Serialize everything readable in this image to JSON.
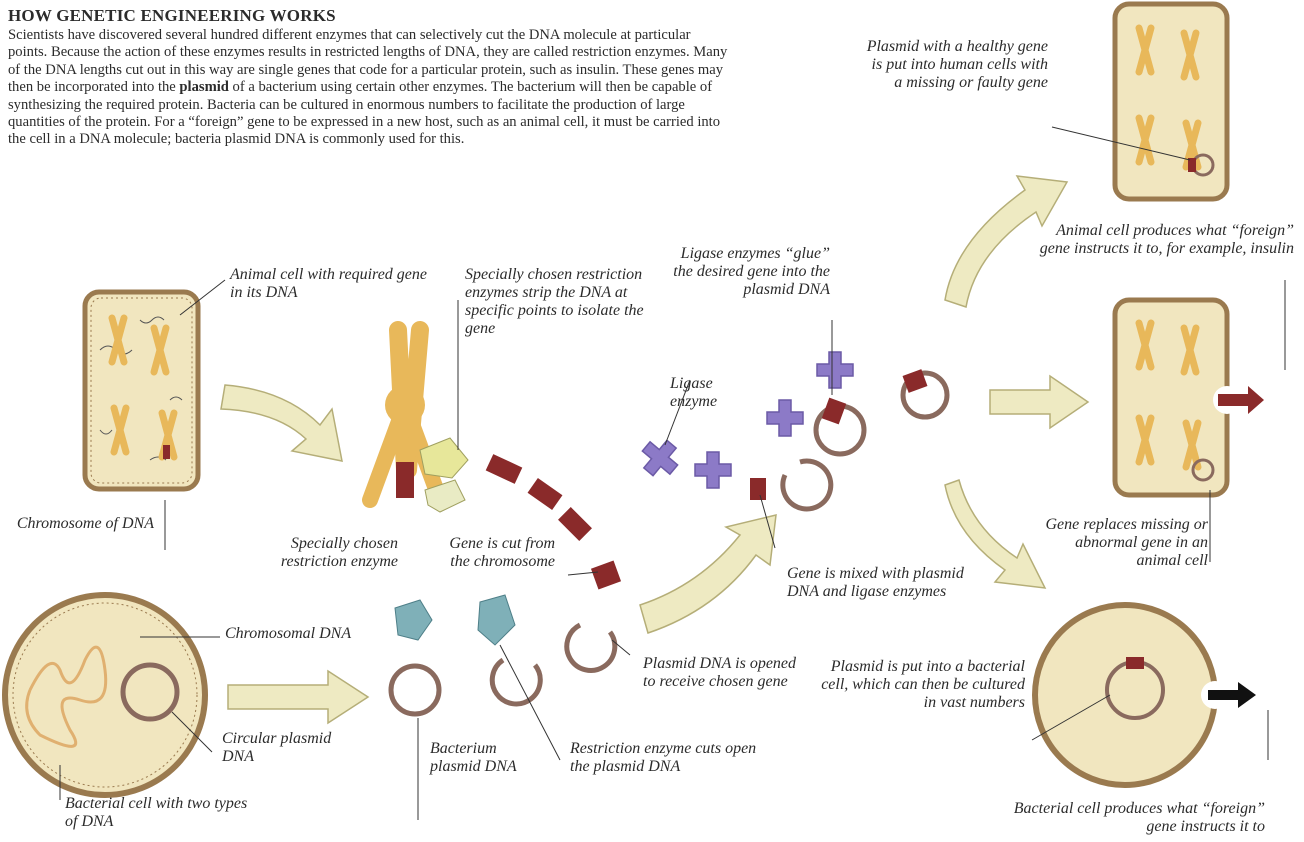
{
  "title": "HOW GENETIC ENGINEERING WORKS",
  "intro": {
    "text_before_bold": "Scientists have discovered several hundred different enzymes that can selectively cut the DNA molecule at particular points. Because the action of these enzymes results in restricted lengths of DNA, they are called restriction enzymes. Many of the DNA lengths cut out in this way are single genes that code for a particular protein, such as insulin. These genes may then be incorporated into the ",
    "bold_word": "plasmid",
    "text_after_bold": " of a bacterium using certain other enzymes. The bacterium will then be capable of synthesizing the required protein. Bacteria can be cultured in enormous numbers to facilitate the production of large quantities of the protein. For a “foreign” gene to be expressed in a new host, such as an animal cell, it must be carried into the cell in a DNA molecule; bacteria plasmid DNA is commonly used for this."
  },
  "labels": {
    "animal_cell_required_gene": "Animal cell with required gene in its DNA",
    "chromosome_of_dna": "Chromosome of DNA",
    "specially_chosen_enzymes_strip": "Specially chosen restriction enzymes strip the DNA at specific points to isolate the gene",
    "specially_chosen_enzyme": "Specially chosen restriction enzyme",
    "gene_cut_from_chromosome": "Gene is cut from the chromosome",
    "ligase_glue": "Ligase enzymes “glue” the desired gene into the plasmid DNA",
    "ligase_enzyme": "Ligase enzyme",
    "gene_mixed": "Gene is mixed with plasmid DNA and ligase enzymes",
    "plasmid_opened": "Plasmid DNA is opened to receive chosen gene",
    "chromosomal_dna": "Chromosomal DNA",
    "circular_plasmid_dna": "Circular plasmid DNA",
    "bacterial_cell_two_types": "Bacterial cell with two types of DNA",
    "bacterium_plasmid_dna": "Bacterium plasmid DNA",
    "restriction_cuts_open": "Restriction enzyme cuts open the plasmid DNA",
    "plasmid_healthy_gene": "Plasmid with a healthy gene is put into human cells with a missing or faulty gene",
    "animal_cell_produces": "Animal cell produces what “foreign” gene instructs it to, for example, insulin",
    "gene_replaces": "Gene replaces missing or abnormal gene in an animal cell",
    "plasmid_into_bacterial": "Plasmid is put into a bacterial cell, which can then be cultured in vast numbers",
    "bacterial_produces": "Bacterial cell produces what “foreign” gene instructs it to"
  },
  "colors": {
    "cell_fill": "#f1e6bf",
    "cell_outline": "#9a7a4f",
    "chromosome": "#e8b85a",
    "gene": "#8a2a2a",
    "ligase": "#8c7ac7",
    "restriction_enzyme_yellow": "#e7e79a",
    "restriction_enzyme_blue": "#7fb0b8",
    "arrow_fill": "#eeeac2",
    "plasmid": "#8a6a5e"
  }
}
